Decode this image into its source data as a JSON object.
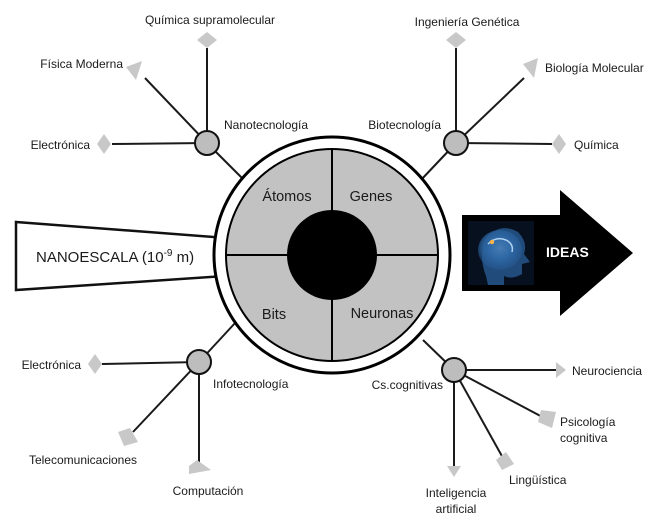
{
  "nanoescala": {
    "prefix": "NANOESCALA (10",
    "exponent": "-9",
    "suffix": " m)"
  },
  "ideas": {
    "label": "IDEAS",
    "icon": "brain-head-icon"
  },
  "center": {
    "quadrants": {
      "atomos": "Átomos",
      "genes": "Genes",
      "bits": "Bits",
      "neuronas": "Neuronas"
    }
  },
  "hubs": {
    "nano": {
      "label": "Nanotecnología",
      "branches": [
        {
          "label": "Química supramolecular"
        },
        {
          "label": "Física Moderna"
        },
        {
          "label": "Electrónica"
        }
      ]
    },
    "bio": {
      "label": "Biotecnología",
      "branches": [
        {
          "label": "Ingeniería Genética"
        },
        {
          "label": "Biología Molecular"
        },
        {
          "label": "Química"
        }
      ]
    },
    "info": {
      "label": "Infotecnología",
      "branches": [
        {
          "label": "Electrónica"
        },
        {
          "label": "Telecomunicaciones"
        },
        {
          "label": "Computación"
        }
      ]
    },
    "cog": {
      "label": "Cs.cognitivas",
      "branches": [
        {
          "label": "Neurociencia"
        },
        {
          "label": "Psicología",
          "label2": "cognitiva"
        },
        {
          "label": "Lingüística"
        },
        {
          "label": "Inteligencia",
          "label2": "artificial"
        }
      ]
    }
  },
  "colors": {
    "quadrant_fill": "#c2c2c2",
    "hub_fill": "#bdbdbd",
    "diamond_fill": "#c8c8c8",
    "core": "#000000",
    "arrow": "#000000",
    "line": "#1a1a1a"
  }
}
